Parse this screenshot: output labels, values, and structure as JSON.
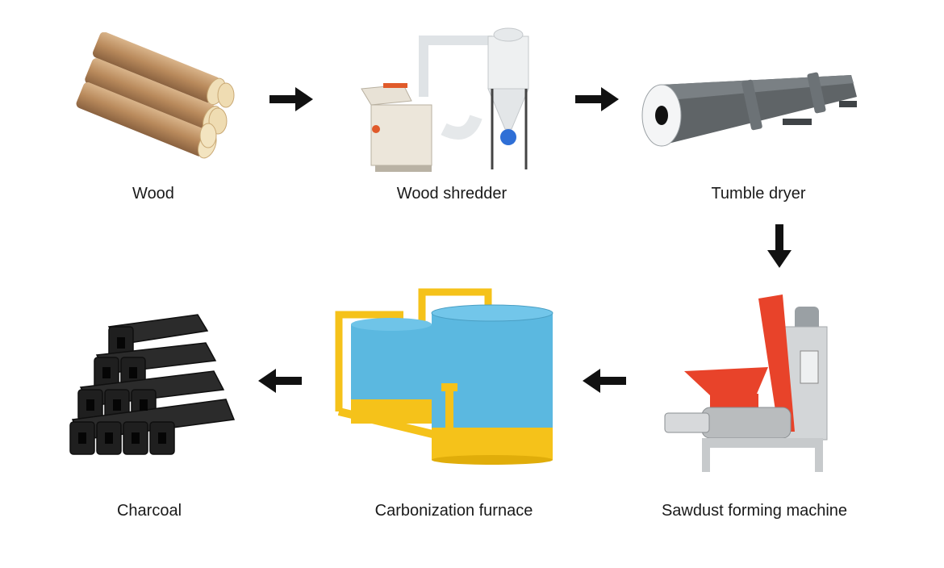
{
  "steps": [
    {
      "label": "Wood",
      "icon": "wood-logs-icon"
    },
    {
      "label": "Wood shredder",
      "icon": "wood-shredder-icon"
    },
    {
      "label": "Tumble dryer",
      "icon": "tumble-dryer-icon"
    },
    {
      "label": "Sawdust forming machine",
      "icon": "sawdust-forming-machine-icon"
    },
    {
      "label": "Carbonization furnace",
      "icon": "carbonization-furnace-icon"
    },
    {
      "label": "Charcoal",
      "icon": "charcoal-briquettes-icon"
    }
  ],
  "colors": {
    "arrow": "#111111",
    "text": "#1a1a1a",
    "furnace_blue": "#5bb8e0",
    "furnace_yellow": "#f5c21a",
    "machine_red": "#e8432a",
    "dryer_grey": "#5f6467"
  }
}
